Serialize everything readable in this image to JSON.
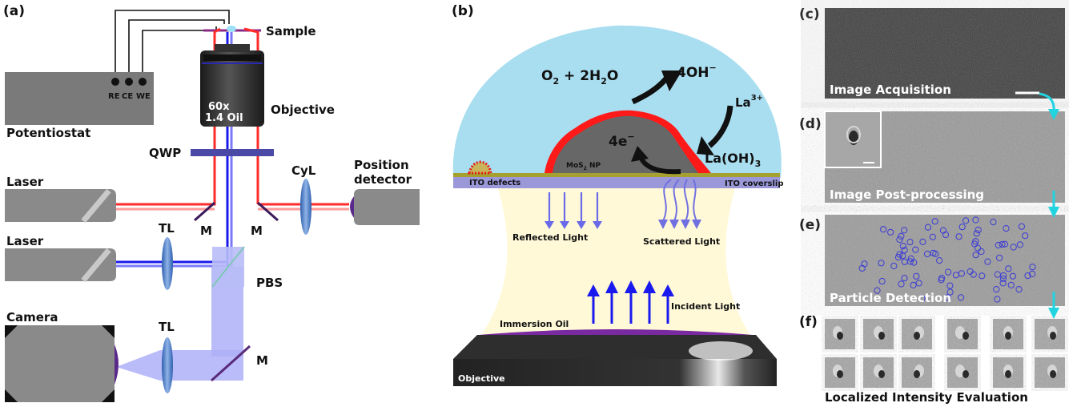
{
  "panel_a": {
    "letter": "(a)",
    "sample": "Sample",
    "potentiostat": "Potentiostat",
    "electrodes": [
      "RE",
      "CE",
      "WE"
    ],
    "objective_mag": "60x",
    "objective_na": "1.4 Oil",
    "objective": "Objective",
    "qwp": "QWP",
    "cyl": "CyL",
    "position_detector_1": "Position",
    "position_detector_2": "detector",
    "laser_1": "Laser",
    "laser_2": "Laser",
    "mirror": "M",
    "tube_lens": "TL",
    "pbs": "PBS",
    "camera": "Camera"
  },
  "panel_b": {
    "letter": "(b)",
    "reaction_left_o2": "O",
    "reaction_left_sub1": "2",
    "reaction_left_plus": " + 2H",
    "reaction_left_sub2": "2",
    "reaction_left_o": "O",
    "hydroxide": "4OH",
    "hydroxide_sup": "−",
    "lanthanum": "La",
    "lanthanum_sup": "3+",
    "electrons": "4e",
    "electrons_sup": "−",
    "product": "La(OH)",
    "product_sub": "3",
    "nanoparticle": "MoS",
    "nanoparticle_sub": "2",
    "nanoparticle_suffix": " NP",
    "ito_defects": "ITO defects",
    "ito_coverslip": "ITO coverslip",
    "reflected": "Reflected Light",
    "scattered": "Scattered Light",
    "immersion_oil": "Immersion Oil",
    "incident": "Incident Light",
    "objective": "Objective"
  },
  "panel_c": {
    "letter": "(c)",
    "caption": "Image Acquisition"
  },
  "panel_d": {
    "letter": "(d)",
    "caption": "Image Post-processing"
  },
  "panel_e": {
    "letter": "(e)",
    "caption": "Particle Detection"
  },
  "panel_f": {
    "letter": "(f)",
    "caption": "Localized Intensity Evaluation"
  },
  "colors": {
    "red_beam": "#ff2020",
    "blue_beam": "#1a1aee",
    "drop": "#a9def0",
    "oil": "#fff9d8",
    "particle": "#666666",
    "arrow_cyan": "#22d3e0",
    "circle": "#3b3bd6"
  }
}
